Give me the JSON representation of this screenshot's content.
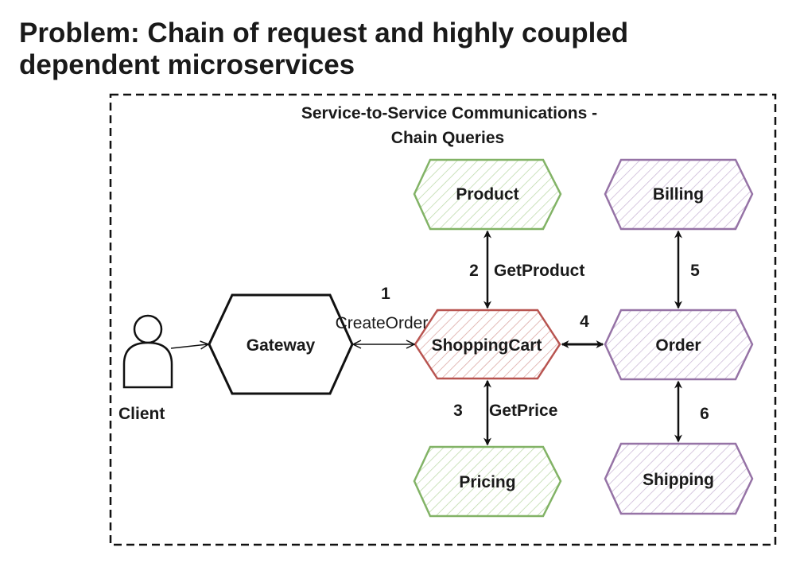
{
  "slide": {
    "title_line1": "Problem: Chain of request and highly coupled",
    "title_line2": "dependent microservices"
  },
  "diagram": {
    "frame_title_line1": "Service-to-Service Communications -",
    "frame_title_line2": "Chain Queries",
    "actor_label": "Client",
    "nodes": {
      "gateway": "Gateway",
      "shopping_cart": "ShoppingCart",
      "product": "Product",
      "pricing": "Pricing",
      "billing": "Billing",
      "order": "Order",
      "shipping": "Shipping"
    },
    "edges": {
      "create_order": {
        "number": "1",
        "label": "CreateOrder"
      },
      "get_product": {
        "number": "2",
        "label": "GetProduct"
      },
      "get_price": {
        "number": "3",
        "label": "GetPrice"
      },
      "cart_order": {
        "number": "4"
      },
      "order_billing": {
        "number": "5"
      },
      "order_shipping": {
        "number": "6"
      }
    },
    "colors": {
      "gateway": "#111111",
      "shopping_cart": "#b85450",
      "catalog_group": "#82b366",
      "order_group": "#9673a6"
    }
  }
}
